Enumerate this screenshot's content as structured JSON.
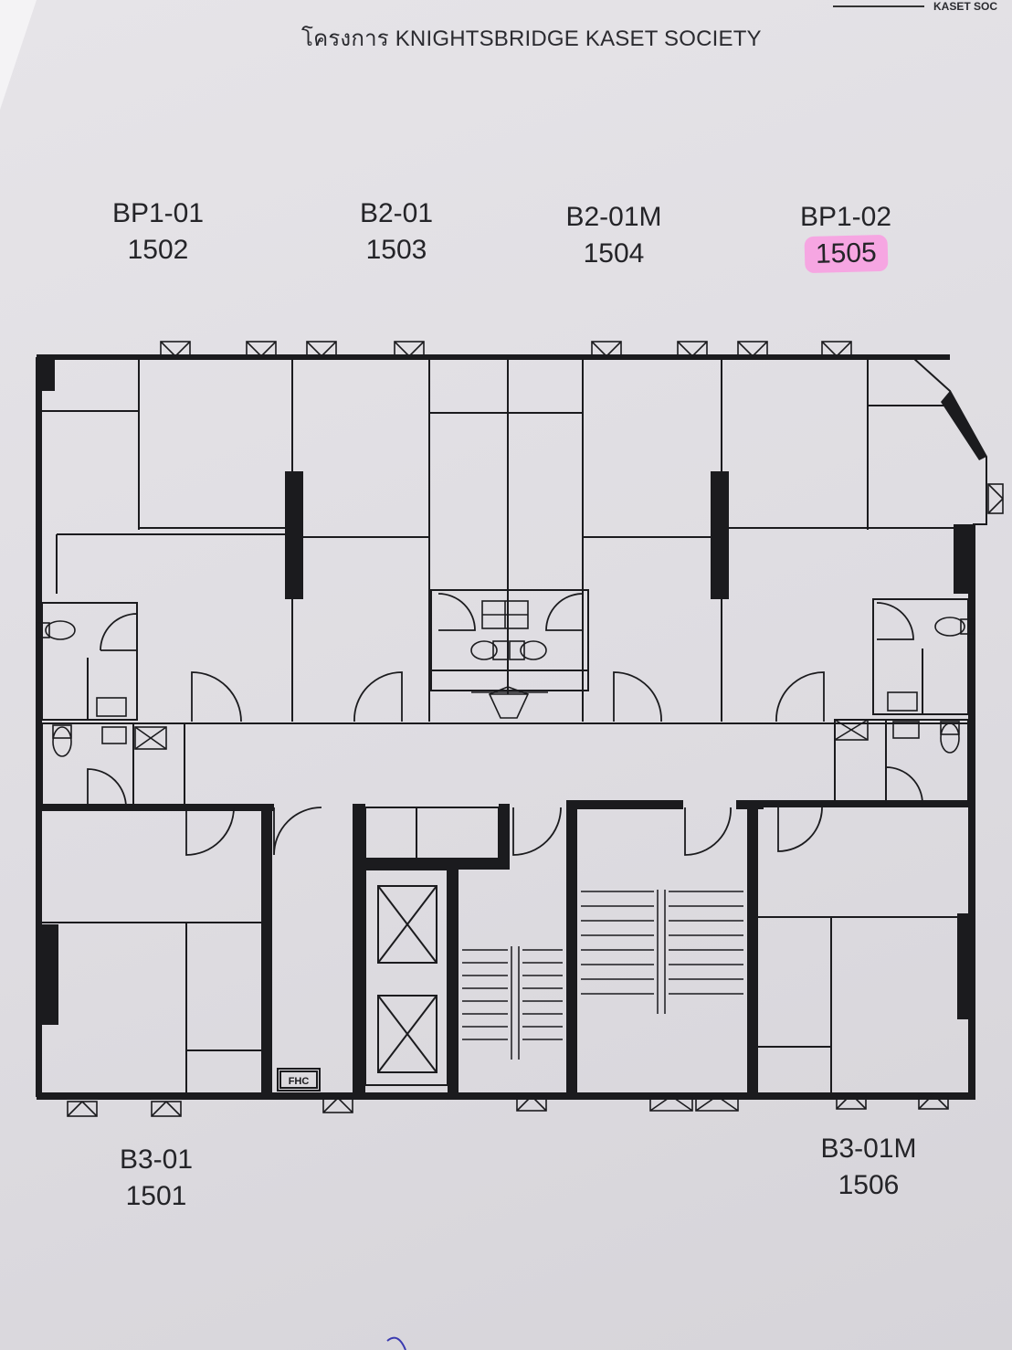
{
  "header": {
    "project_title": "โครงการ KNIGHTSBRIDGE KASET SOCIETY",
    "corner_tag": "KASET SOC"
  },
  "units": [
    {
      "type": "BP1-01",
      "number": "1502",
      "highlighted": false
    },
    {
      "type": "B2-01",
      "number": "1503",
      "highlighted": false
    },
    {
      "type": "B2-01M",
      "number": "1504",
      "highlighted": false
    },
    {
      "type": "BP1-02",
      "number": "1505",
      "highlighted": true
    },
    {
      "type": "B3-01",
      "number": "1501",
      "highlighted": false
    },
    {
      "type": "B3-01M",
      "number": "1506",
      "highlighted": false
    }
  ],
  "plan": {
    "fhc_label": "FHC",
    "highlight_color": "#f6a6e2",
    "wall_color": "#1b1b1e"
  }
}
